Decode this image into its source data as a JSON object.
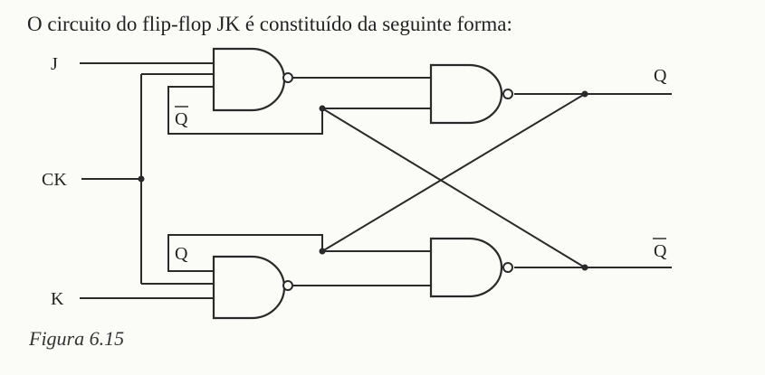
{
  "heading": "O circuito do flip-flop JK é constituído da seguinte forma:",
  "figure_caption": "Figura 6.15",
  "labels": {
    "input_j": "J",
    "input_ck": "CK",
    "input_k": "K",
    "output_q": "Q",
    "output_q_bar": "Q",
    "feedback_top": "Q",
    "feedback_bottom": "Q"
  }
}
